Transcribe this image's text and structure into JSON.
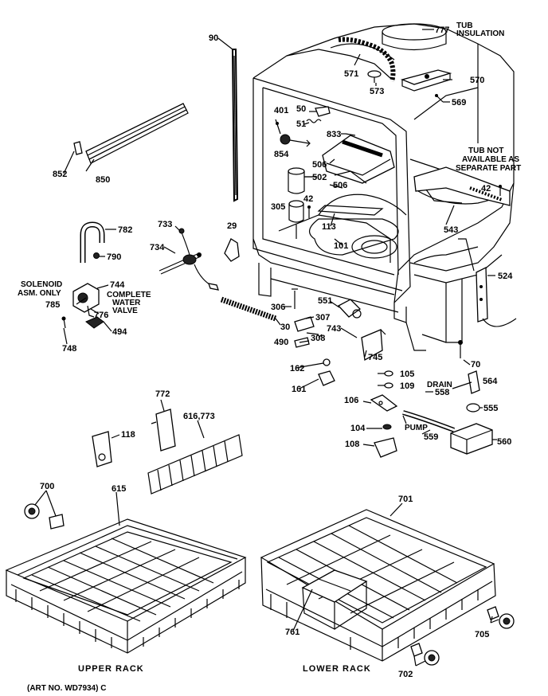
{
  "labels": {
    "p777": "777",
    "tub_insulation_1": "TUB",
    "tub_insulation_2": "INSULATION",
    "p90": "90",
    "p571": "571",
    "p573": "573",
    "p570": "570",
    "p569": "569",
    "p401": "401",
    "p50": "50",
    "p51": "51",
    "p833": "833",
    "p854": "854",
    "p506a": "506",
    "p502": "502",
    "p506b": "506",
    "p42a": "42",
    "p305": "305",
    "p113": "113",
    "p101": "101",
    "p29": "29",
    "tub_not_1": "TUB NOT",
    "tub_not_2": "AVAILABLE AS",
    "tub_not_3": "SEPARATE PART",
    "p42b": "42",
    "p543": "543",
    "p852": "852",
    "p850": "850",
    "p782": "782",
    "p790": "790",
    "p733": "733",
    "p734": "734",
    "solenoid_1": "SOLENOID",
    "solenoid_2": "ASM. ONLY",
    "p744": "744",
    "p785": "785",
    "complete_1": "COMPLETE",
    "complete_2": "WATER",
    "complete_3": "VALVE",
    "p776": "776",
    "p494": "494",
    "p748": "748",
    "p524": "524",
    "p306": "306",
    "p551": "551",
    "p307": "307",
    "p30": "30",
    "p743": "743",
    "p490": "490",
    "p308": "308",
    "p745": "745",
    "p70": "70",
    "p162": "162",
    "p105": "105",
    "p109": "109",
    "p161": "161",
    "drain": "DRAIN",
    "p564": "564",
    "p558": "558",
    "p106": "106",
    "p555": "555",
    "p104": "104",
    "pump": "PUMP",
    "p559": "559",
    "p560": "560",
    "p108": "108",
    "p772": "772",
    "p616_773": "616,773",
    "p118": "118",
    "p700": "700",
    "p615": "615",
    "p701": "701",
    "p761": "761",
    "p705": "705",
    "p702": "702",
    "upper_rack": "UPPER RACK",
    "lower_rack": "LOWER RACK",
    "art_no": "(ART NO. WD7934) C"
  }
}
